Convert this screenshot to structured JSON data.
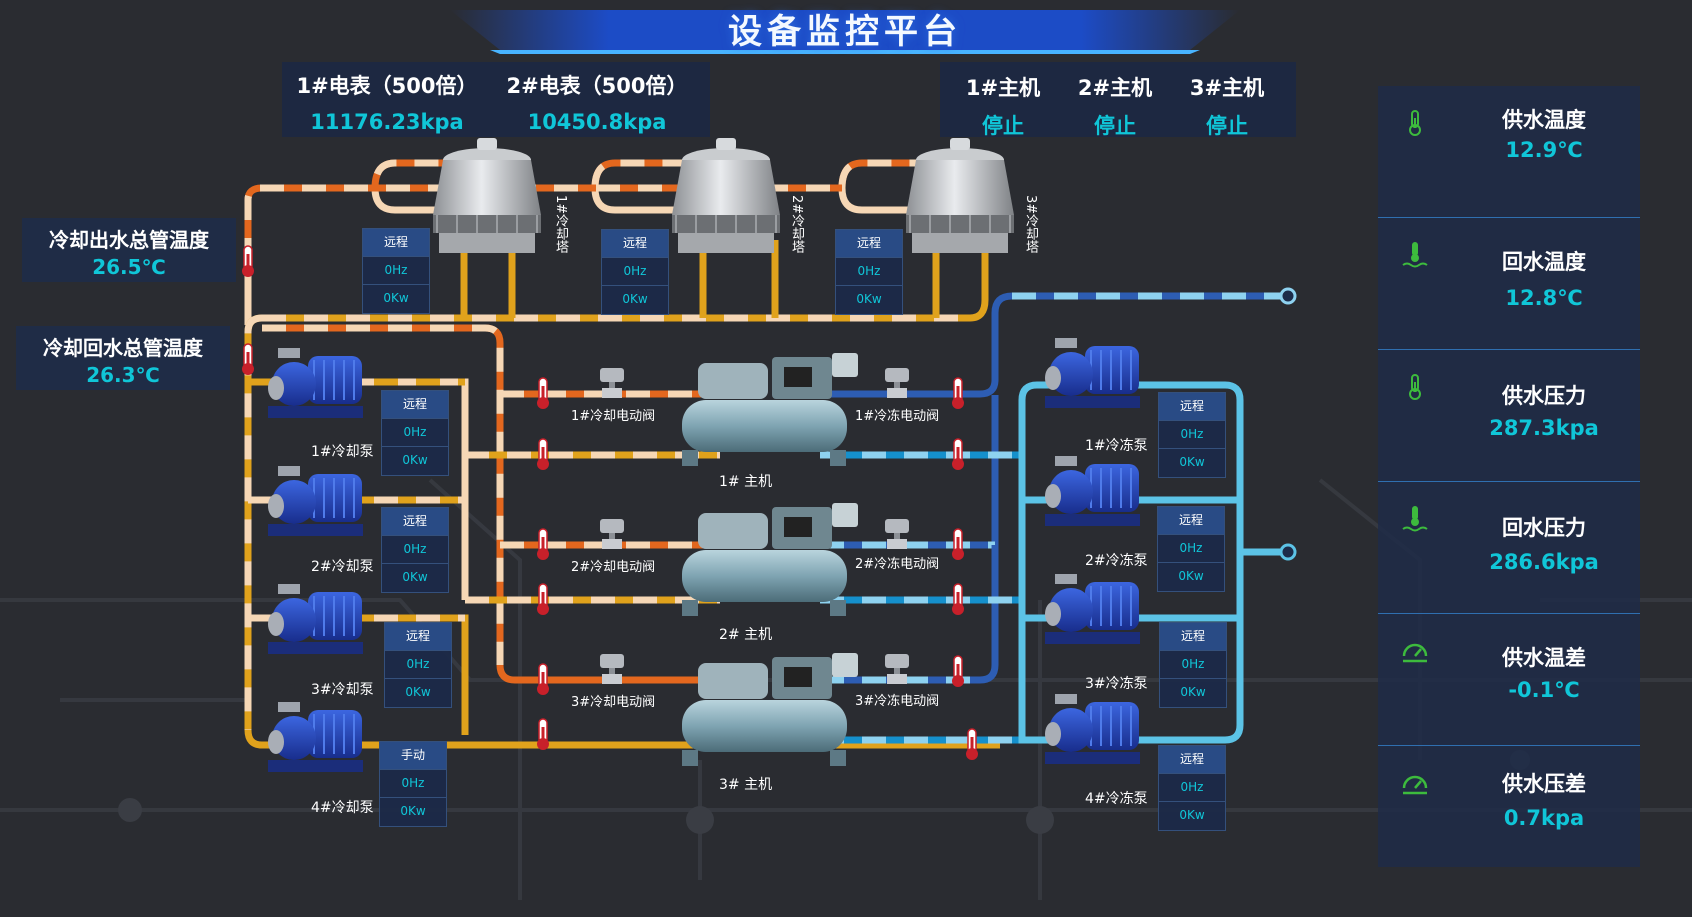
{
  "header": {
    "title": "设备监控平台"
  },
  "meters": [
    {
      "label": "1#电表（500倍）",
      "value": "11176.23kpa"
    },
    {
      "label": "2#电表（500倍）",
      "value": "10450.8kpa"
    }
  ],
  "hosts": [
    {
      "label": "1#主机",
      "status": "停止"
    },
    {
      "label": "2#主机",
      "status": "停止"
    },
    {
      "label": "3#主机",
      "status": "停止"
    }
  ],
  "pipe_temps": {
    "cooling_out": {
      "label": "冷却出水总管温度",
      "value": "26.5℃"
    },
    "cooling_return": {
      "label": "冷却回水总管温度",
      "value": "26.3℃"
    }
  },
  "stats": [
    {
      "icon": "thermometer-icon",
      "label": "供水温度",
      "value": "12.9℃"
    },
    {
      "icon": "thermometer-water-icon",
      "label": "回水温度",
      "value": "12.8℃"
    },
    {
      "icon": "thermometer-icon",
      "label": "供水压力",
      "value": "287.3kpa"
    },
    {
      "icon": "thermometer-water-icon",
      "label": "回水压力",
      "value": "286.6kpa"
    },
    {
      "icon": "gauge-icon",
      "label": "供水温差",
      "value": "-0.1℃"
    },
    {
      "icon": "gauge-icon",
      "label": "供水压差",
      "value": "0.7kpa"
    }
  ],
  "towers": [
    {
      "name": "1#冷却塔",
      "mode": "远程",
      "hz": "0Hz",
      "kw": "0Kw"
    },
    {
      "name": "2#冷却塔",
      "mode": "远程",
      "hz": "0Hz",
      "kw": "0Kw"
    },
    {
      "name": "3#冷却塔",
      "mode": "远程",
      "hz": "0Hz",
      "kw": "0Kw"
    }
  ],
  "cooling_pumps": [
    {
      "name": "1#冷却泵",
      "mode": "远程",
      "hz": "0Hz",
      "kw": "0Kw"
    },
    {
      "name": "2#冷却泵",
      "mode": "远程",
      "hz": "0Hz",
      "kw": "0Kw"
    },
    {
      "name": "3#冷却泵",
      "mode": "远程",
      "hz": "0Hz",
      "kw": "0Kw"
    },
    {
      "name": "4#冷却泵",
      "mode": "手动",
      "hz": "0Hz",
      "kw": "0Kw"
    }
  ],
  "chiller_pumps": [
    {
      "name": "1#冷冻泵",
      "mode": "远程",
      "hz": "0Hz",
      "kw": "0Kw"
    },
    {
      "name": "2#冷冻泵",
      "mode": "远程",
      "hz": "0Hz",
      "kw": "0Kw"
    },
    {
      "name": "3#冷冻泵",
      "mode": "远程",
      "hz": "0Hz",
      "kw": "0Kw"
    },
    {
      "name": "4#冷冻泵",
      "mode": "远程",
      "hz": "0Hz",
      "kw": "0Kw"
    }
  ],
  "chillers": [
    {
      "name": "1# 主机",
      "cooling_valve": "1#冷却电动阀",
      "freeze_valve": "1#冷冻电动阀"
    },
    {
      "name": "2# 主机",
      "cooling_valve": "2#冷却电动阀",
      "freeze_valve": "2#冷冻电动阀"
    },
    {
      "name": "3# 主机",
      "cooling_valve": "3#冷却电动阀",
      "freeze_valve": "3#冷冻电动阀"
    }
  ],
  "colors": {
    "cooling_supply": "#e0a21c",
    "cooling_return_light": "#f6d7b5",
    "cooling_orange": "#e3671e",
    "chilled_dark": "#2d5db3",
    "chilled_light": "#5cc3e6",
    "value_cyan": "#10c6d8",
    "icon_green": "#3dbb3d"
  }
}
